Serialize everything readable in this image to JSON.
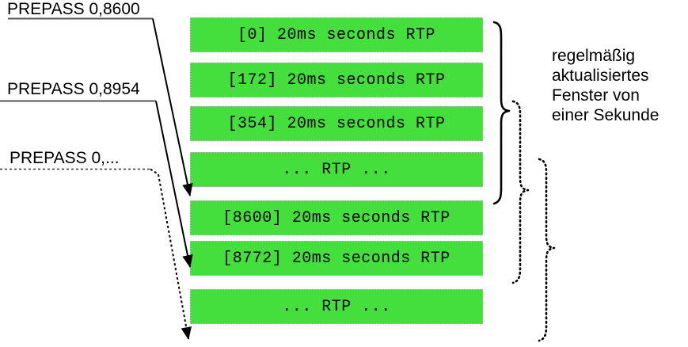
{
  "diagram": {
    "title": "RTP packet window diagram",
    "background_color": "#ffffff",
    "box_fill_color": "#44df3c",
    "box_border_color": "#b9b9b9",
    "line_color": "#000000"
  },
  "prepass_labels": [
    {
      "text": "PREPASS 0,8600",
      "line_style": "solid"
    },
    {
      "text": "PREPASS 0,8954",
      "line_style": "solid"
    },
    {
      "text": "PREPASS 0,...",
      "line_style": "dotted"
    }
  ],
  "rtp_boxes": [
    {
      "label": "[0] 20ms seconds RTP"
    },
    {
      "label": "[172] 20ms seconds RTP"
    },
    {
      "label": "[354] 20ms seconds RTP"
    },
    {
      "label": "... RTP ..."
    },
    {
      "label": "[8600] 20ms seconds RTP"
    },
    {
      "label": "[8772] 20ms seconds RTP"
    },
    {
      "label": "... RTP ..."
    }
  ],
  "annotation": {
    "text": "regelmäßig\naktualisiertes\nFenster von\neiner Sekunde"
  },
  "braces": [
    {
      "name": "window-brace-solid",
      "style": "solid"
    },
    {
      "name": "window-brace-dotted-1",
      "style": "dotted"
    },
    {
      "name": "window-brace-dotted-2",
      "style": "dotted"
    }
  ]
}
